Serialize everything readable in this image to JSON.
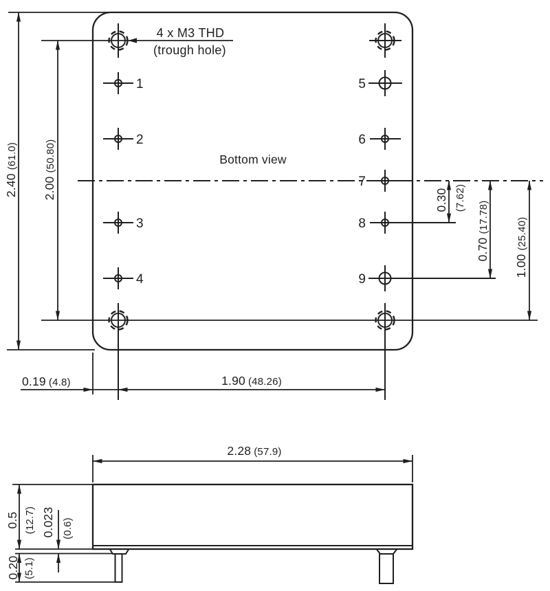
{
  "drawing": {
    "view_label": "Bottom view",
    "hole_callout": {
      "line1": "4 x M3 THD",
      "line2": "(trough hole)"
    },
    "pin_labels": {
      "left": [
        "1",
        "2",
        "3",
        "4"
      ],
      "right": [
        "5",
        "6",
        "7",
        "8",
        "9"
      ]
    },
    "dimensions": {
      "overall_height": {
        "inches": "2.40",
        "mm": "(61.0)"
      },
      "hole_span_vertical": {
        "inches": "2.00",
        "mm": "(50.80)"
      },
      "center_to_pin_row": {
        "inches": "0.30",
        "mm": "(7.62)"
      },
      "center_to_pin9_row": {
        "inches": "0.70",
        "mm": "(17.78)"
      },
      "center_to_hole_row": {
        "inches": "1.00",
        "mm": "(25.40)"
      },
      "edge_to_hole": {
        "inches": "0.19",
        "mm": "(4.8)"
      },
      "hole_span_horizontal": {
        "inches": "1.90",
        "mm": "(48.26)"
      },
      "body_width": {
        "inches": "2.28",
        "mm": "(57.9)"
      },
      "case_height": {
        "inches": "0.5",
        "mm": "(12.7)"
      },
      "standoff_height": {
        "inches": "0.023",
        "mm": "(0.6)"
      },
      "pin_length": {
        "inches": "0.20",
        "mm": "(5.1)"
      }
    },
    "colors": {
      "line": "#1f1f1f",
      "background": "#ffffff"
    }
  }
}
